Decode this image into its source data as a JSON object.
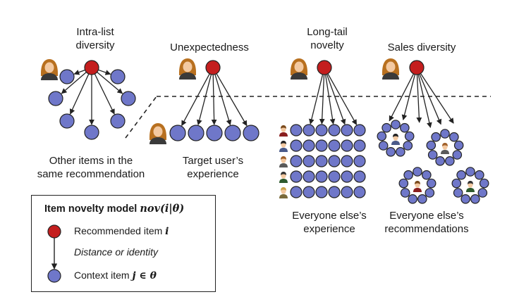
{
  "columns": {
    "intra_list": {
      "title_line1": "Intra-list",
      "title_line2": "diversity",
      "caption_line1": "Other items in the",
      "caption_line2": "same recommendation"
    },
    "unexpectedness": {
      "title": "Unexpectedness",
      "caption_line1": "Target user’s",
      "caption_line2": "experience"
    },
    "long_tail": {
      "title_line1": "Long-tail",
      "title_line2": "novelty",
      "caption_line1": "Everyone else’s",
      "caption_line2": "experience"
    },
    "sales": {
      "title": "Sales diversity",
      "caption_line1": "Everyone else’s",
      "caption_line2": "recommendations"
    }
  },
  "legend": {
    "title_prefix": "Item novelty model",
    "title_formula": "nov(i|θ)",
    "recommended_text": "Recommended item",
    "recommended_var": "i",
    "distance_text": "Distance or identity",
    "context_text": "Context item",
    "context_var": "j ∈ θ"
  },
  "colors": {
    "recommended": "#c41e1e",
    "context": "#6f77c9",
    "arrow": "#222222",
    "user_skin": "#f3c9a1",
    "user_hair": "#b8701f"
  },
  "icons": [
    "user-avatar-icon",
    "recommended-item-icon",
    "context-item-icon"
  ]
}
